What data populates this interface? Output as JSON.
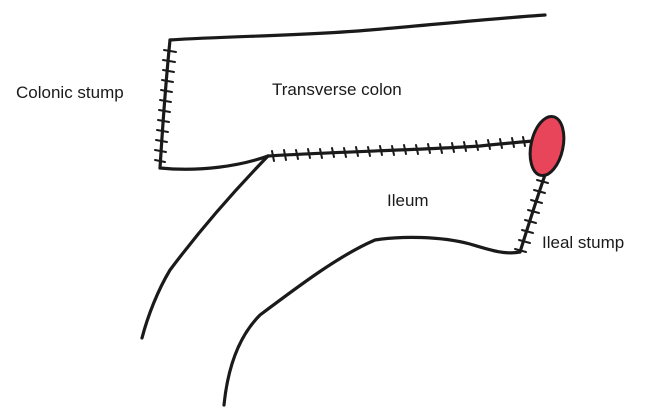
{
  "labels": {
    "colonic_stump": "Colonic stump",
    "transverse_colon": "Transverse colon",
    "ileum": "Ileum",
    "ileal_stump": "Ileal stump"
  },
  "colors": {
    "background": "#ffffff",
    "ink": "#1a1a1a",
    "anastomosis": "#e8445a"
  }
}
